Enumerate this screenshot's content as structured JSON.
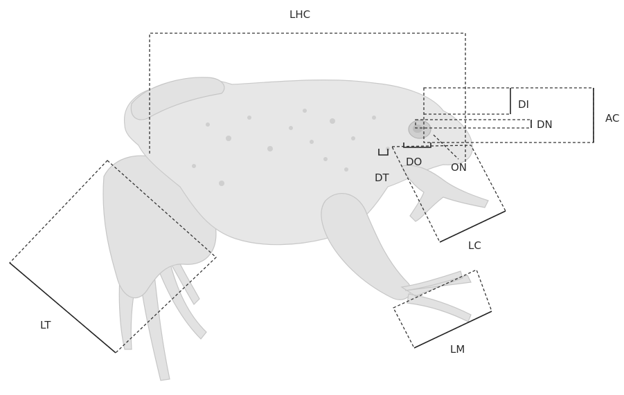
{
  "labels": {
    "lhc": "LHC",
    "di": "DI",
    "dn": "DN",
    "ac": "AC",
    "dt": "DT",
    "do": "DO",
    "on": "ON",
    "lc": "LC",
    "lm": "LM",
    "lt": "LT"
  },
  "colors": {
    "line": "#333333",
    "frog_fill": "#e7e7e7",
    "frog_outline": "#c9c9c9"
  }
}
